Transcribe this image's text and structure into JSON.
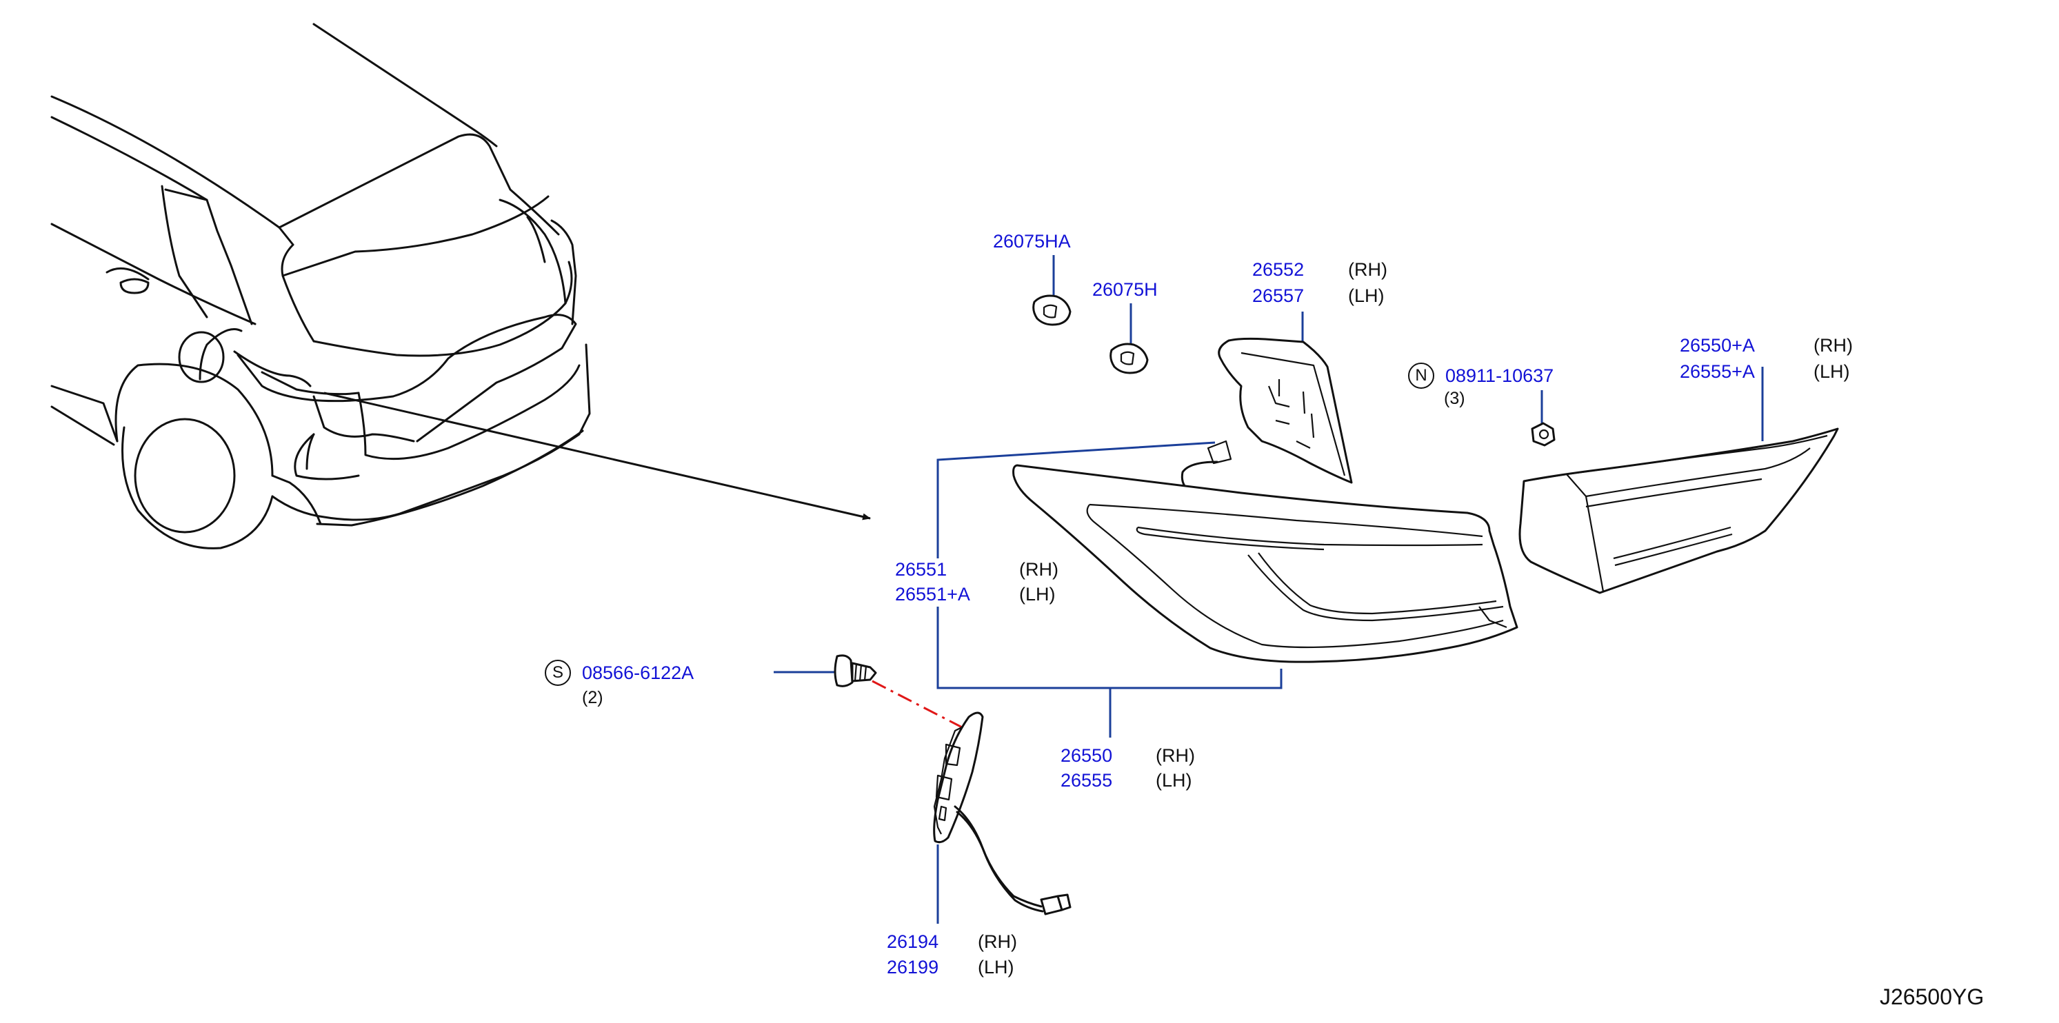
{
  "diagram_code": "J26500YG",
  "parts": {
    "clip_ha": {
      "number": "26075HA"
    },
    "clip_h": {
      "number": "26075H"
    },
    "bracket": {
      "rh": "26552",
      "lh": "26557",
      "rh_tag": "(RH)",
      "lh_tag": "(LH)"
    },
    "nut": {
      "badge": "N",
      "number": "08911-10637",
      "qty": "(3)"
    },
    "gate_lamp": {
      "rh": "26550+A",
      "lh": "26555+A",
      "rh_tag": "(RH)",
      "lh_tag": "(LH)"
    },
    "lamp_body": {
      "rh": "26551",
      "lh": "26551+A",
      "rh_tag": "(RH)",
      "lh_tag": "(LH)"
    },
    "screw": {
      "badge": "S",
      "number": "08566-6122A",
      "qty": "(2)"
    },
    "lamp_assy": {
      "rh": "26550",
      "lh": "26555",
      "rh_tag": "(RH)",
      "lh_tag": "(LH)"
    },
    "side_lamp": {
      "rh": "26194",
      "lh": "26199",
      "rh_tag": "(RH)",
      "lh_tag": "(LH)"
    }
  },
  "colors": {
    "part_number": "#1212d6",
    "leader": "#1b3f9a",
    "line_art": "#111111",
    "dash": "#e01818"
  }
}
